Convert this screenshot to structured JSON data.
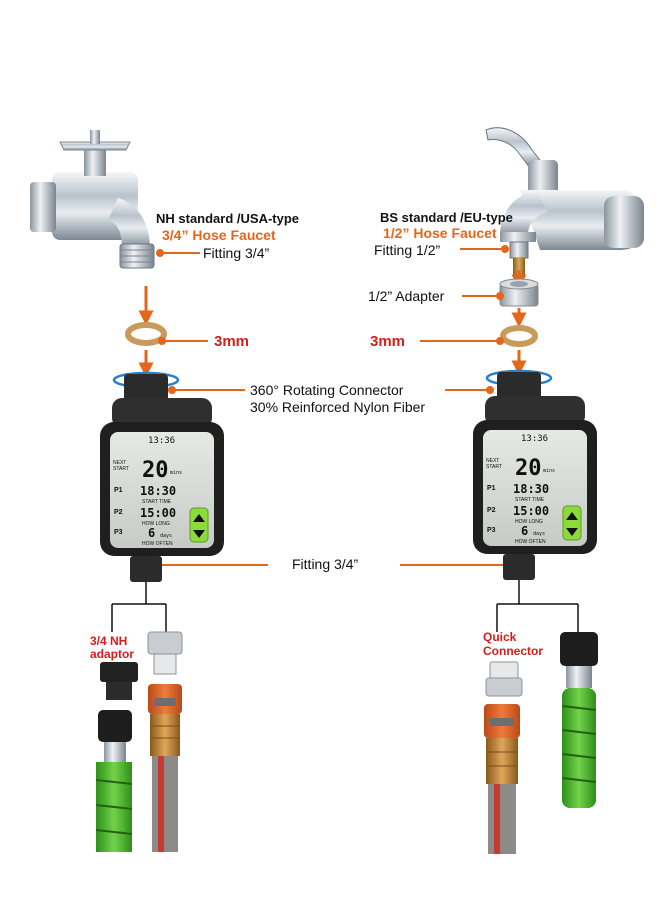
{
  "left": {
    "standard": "NH standard /USA-type",
    "faucet": "3/4” Hose Faucet",
    "fitting": "Fitting 3/4”",
    "washer": "3mm",
    "adaptor": [
      "3/4 NH",
      "adaptor"
    ]
  },
  "right": {
    "standard": "BS standard /EU-type",
    "faucet": "1/2” Hose Faucet",
    "fitting": "Fitting 1/2”",
    "adapter": "1/2” Adapter",
    "washer": "3mm",
    "connector": [
      "Quick",
      "Connector"
    ]
  },
  "center": {
    "rotating": "360° Rotating Connector",
    "nylon": "30% Reinforced Nylon Fiber",
    "outlet_fitting": "Fitting 3/4”"
  },
  "lcd": {
    "clock": "13:36",
    "big_value": "20",
    "big_unit": "mins",
    "next_start": "NEXT START",
    "p1": "P1",
    "p2": "P2",
    "p3": "P3",
    "start_value": "18:30",
    "start_label": "START TIME",
    "long_value": "15:00",
    "long_label": "HOW LONG",
    "often_value": "6",
    "often_unit": "days",
    "often_label": "HOW OFTEN"
  },
  "colors": {
    "accent_orange": "#e4661b",
    "label_red": "#d41e1e",
    "rotation_blue": "#2a7fc9",
    "lcd_green": "#8bdc3b"
  }
}
